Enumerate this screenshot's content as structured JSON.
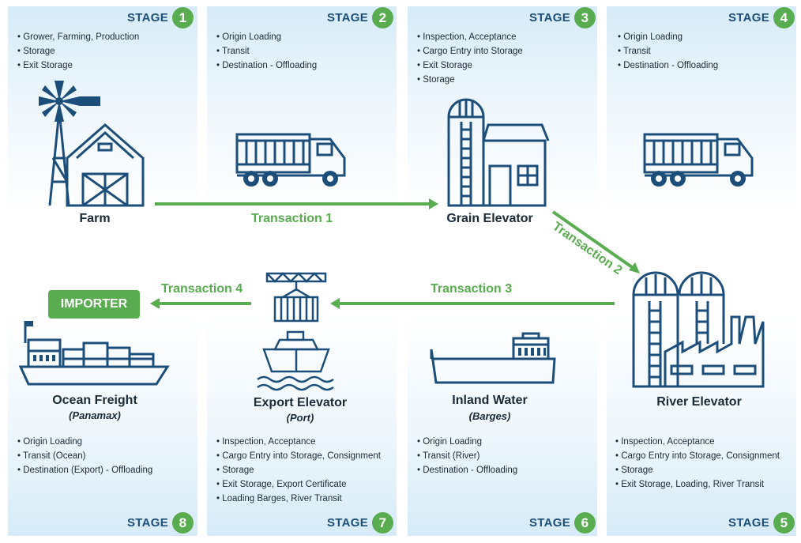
{
  "stage_label": "STAGE",
  "colors": {
    "navy": "#1d4e7a",
    "green": "#5aac50",
    "panel": "#d6ebf7"
  },
  "stages": [
    {
      "number": "1",
      "title": "Farm",
      "items": [
        "Grower, Farming, Production",
        "Storage",
        "Exit Storage"
      ]
    },
    {
      "number": "2",
      "title": "",
      "items": [
        "Origin Loading",
        "Transit",
        "Destination - Offloading"
      ]
    },
    {
      "number": "3",
      "title": "Grain Elevator",
      "items": [
        "Inspection, Acceptance",
        "Cargo Entry into Storage",
        "Exit Storage",
        "Storage"
      ]
    },
    {
      "number": "4",
      "title": "",
      "items": [
        "Origin Loading",
        "Transit",
        "Destination - Offloading"
      ]
    },
    {
      "number": "5",
      "title": "River Elevator",
      "items": [
        "Inspection, Acceptance",
        "Cargo Entry into Storage, Consignment",
        "Storage",
        "Exit Storage, Loading, River Transit"
      ]
    },
    {
      "number": "6",
      "title": "Inland Water",
      "subtitle": "(Barges)",
      "items": [
        "Origin Loading",
        "Transit (River)",
        "Destination - Offloading"
      ]
    },
    {
      "number": "7",
      "title": "Export Elevator",
      "subtitle": "(Port)",
      "items": [
        "Inspection, Acceptance",
        "Cargo Entry into Storage, Consignment",
        "Storage",
        "Exit Storage, Export Certificate",
        "Loading Barges, River Transit"
      ]
    },
    {
      "number": "8",
      "title": "Ocean Freight",
      "subtitle": "(Panamax)",
      "items": [
        "Origin Loading",
        "Transit (Ocean)",
        "Destination (Export) - Offloading"
      ]
    }
  ],
  "transactions": [
    "Transaction 1",
    "Transaction 2",
    "Transaction 3",
    "Transaction 4"
  ],
  "importer": "IMPORTER",
  "icons": [
    "windmill-barn-icon",
    "dump-truck-icon",
    "silo-icon",
    "river-elevator-icon",
    "barge-icon",
    "crane-ship-icon",
    "cargo-ship-icon"
  ]
}
